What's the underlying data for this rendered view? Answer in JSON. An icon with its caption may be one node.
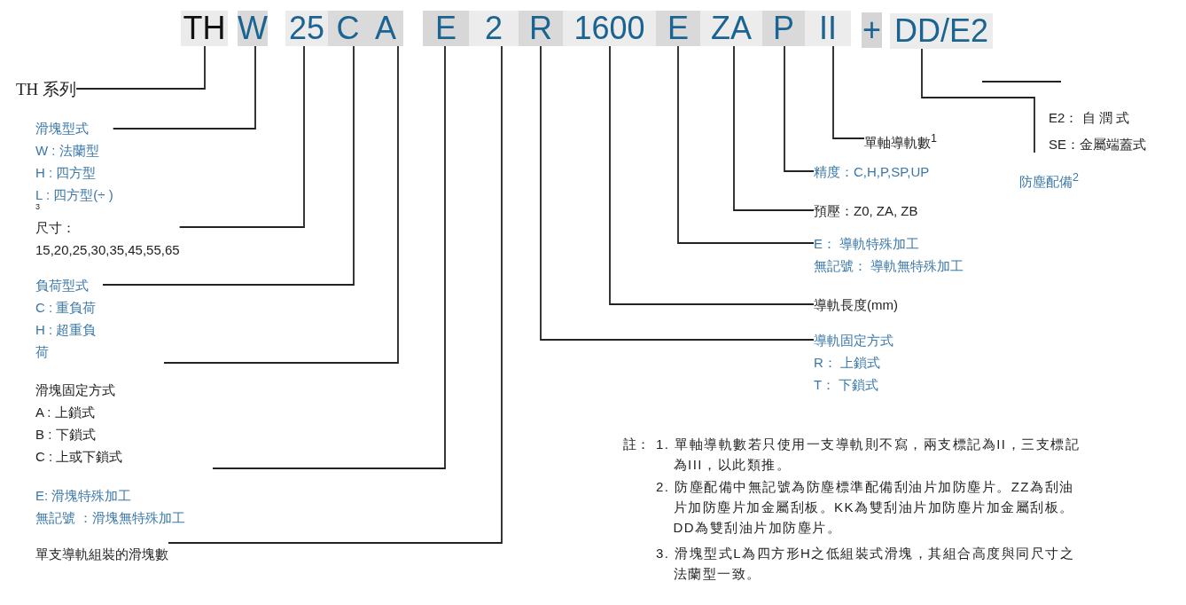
{
  "diagram": {
    "nodes": [
      {
        "text": [
          "TH"
        ]
      },
      {
        "text": [
          "W"
        ]
      },
      {
        "text": [
          "25"
        ]
      },
      {
        "text": [
          "C"
        ]
      },
      {
        "text": [
          "A"
        ]
      },
      {
        "text": [
          "E"
        ]
      },
      {
        "text": [
          "2"
        ]
      },
      {
        "text": [
          "R"
        ]
      },
      {
        "text": [
          "1600"
        ]
      },
      {
        "text": [
          "E"
        ]
      },
      {
        "text": [
          "ZA"
        ]
      },
      {
        "text": [
          "P"
        ]
      },
      {
        "text": [
          "II"
        ]
      },
      {
        "text": [
          "+"
        ]
      },
      {
        "text": [
          "DD/E2"
        ]
      },
      {
        "text": [
          "TH 系列"
        ]
      },
      {
        "text": [
          "滑塊型式",
          "W : 法蘭型",
          "H : 四方型",
          "L : 四方型(÷ )"
        ]
      },
      {
        "text": [
          "尺寸：",
          "15,20,25,30,35,45,55,65"
        ]
      },
      {
        "text": [
          "負荷型式",
          "C : 重負荷",
          "H : 超重負荷"
        ]
      },
      {
        "text": [
          "滑塊固定方式",
          "A : 上鎖式",
          "B : 下鎖式",
          "C : 上或下鎖式"
        ]
      },
      {
        "text": [
          "E: 滑塊特殊加工",
          "無記號 ：滑塊無特殊加工"
        ]
      },
      {
        "text": [
          "單支導軌組裝的滑塊數"
        ]
      },
      {
        "text": [
          "導軌固定方式",
          "R： 上鎖式",
          "T： 下鎖式"
        ]
      },
      {
        "text": [
          "導軌長度(mm)"
        ]
      },
      {
        "text": [
          "E： 導軌特殊加工",
          "無記號： 導軌無特殊加工"
        ]
      },
      {
        "text": [
          "預壓：Z0, ZA, ZB"
        ]
      },
      {
        "text": [
          "精度：C,H,P,SP,UP"
        ]
      },
      {
        "text": [
          "單軸導軌數$^{1}$"
        ]
      },
      {
        "text": [
          "E2： 自 潤 式",
          "SE：金屬端蓋式"
        ]
      },
      {
        "text": [
          "防塵配備$^{2}$"
        ]
      }
    ],
    "edges": [
      {
        "from": 0,
        "to": 15,
        "arrow": "none"
      },
      {
        "from": 1,
        "to": 16,
        "arrow": "none"
      },
      {
        "from": 2,
        "to": 17,
        "arrow": "none"
      },
      {
        "from": 3,
        "to": 18,
        "arrow": "none"
      },
      {
        "from": 4,
        "to": 19,
        "arrow": "none"
      },
      {
        "from": 5,
        "to": 20,
        "arrow": "none"
      },
      {
        "from": 6,
        "to": 21,
        "arrow": "none"
      },
      {
        "from": 7,
        "to": 22,
        "arrow": "none"
      },
      {
        "from": 8,
        "to": 23,
        "arrow": "none"
      },
      {
        "from": 9,
        "to": 24,
        "arrow": "none"
      },
      {
        "from": 10,
        "to": 25,
        "arrow": "none"
      },
      {
        "from": 11,
        "to": 26,
        "arrow": "none"
      },
      {
        "from": 12,
        "to": 27,
        "arrow": "none"
      },
      {
        "from": 14,
        "to": 29,
        "arrow": "none"
      }
    ],
    "labels": [
      "3",
      "註：",
      "1. 單軸導軌數若只使用一支導軌則不寫，兩支標記為II，三支標記為III，以此類推。",
      "2. 防塵配備中無記號為防塵標準配備刮油片加防塵片。ZZ為刮油片加防塵片加金屬刮板。KK為雙刮油片加防塵片加金屬刮板。DD為雙刮油片加防塵片。",
      "3. 滑塊型式L為四方形H之低組裝式滑塊，其組合高度與同尺寸之法蘭型一致。"
    ]
  }
}
